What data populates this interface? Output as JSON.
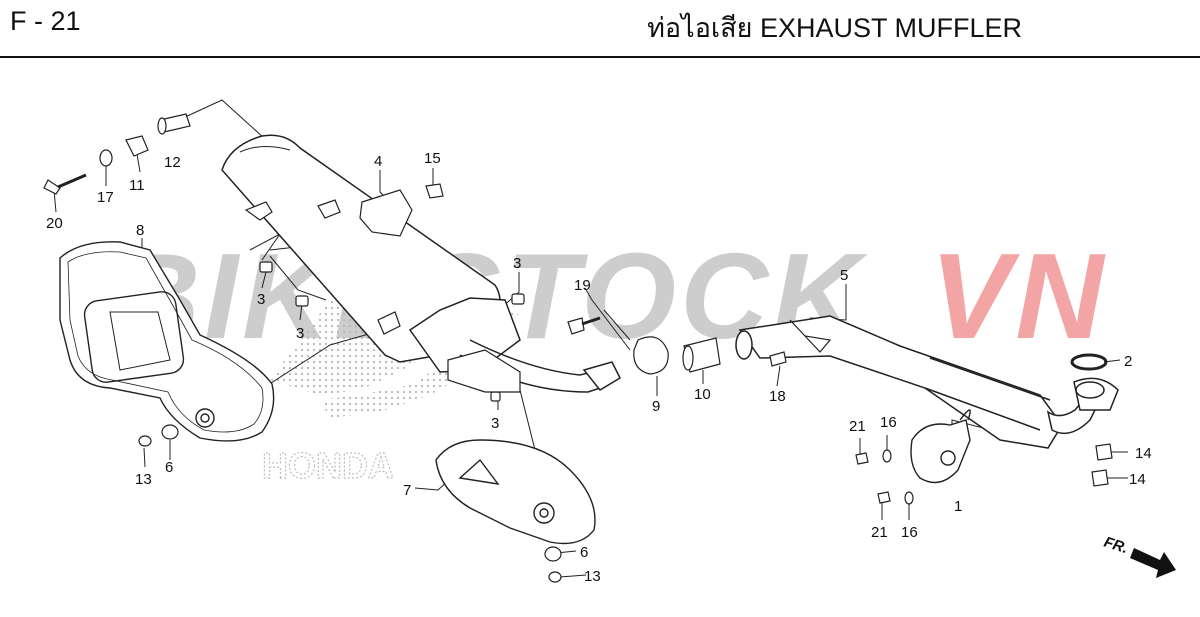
{
  "header": {
    "page_code": "F - 21",
    "title": "ท่อไอเสีย  EXHAUST MUFFLER"
  },
  "watermark": {
    "text_main": "BIKESTOCK",
    "text_accent": "VN",
    "main_color": "#c8c8c8",
    "accent_color": "#f2a0a0",
    "brand_mark": "HONDA"
  },
  "direction_marker": {
    "label": "FR."
  },
  "callouts": [
    {
      "id": "c1",
      "text": "1"
    },
    {
      "id": "c2",
      "text": "2"
    },
    {
      "id": "c3a",
      "text": "3"
    },
    {
      "id": "c3b",
      "text": "3"
    },
    {
      "id": "c3c",
      "text": "3"
    },
    {
      "id": "c3d",
      "text": "3"
    },
    {
      "id": "c4",
      "text": "4"
    },
    {
      "id": "c5",
      "text": "5"
    },
    {
      "id": "c6a",
      "text": "6"
    },
    {
      "id": "c6b",
      "text": "6"
    },
    {
      "id": "c7",
      "text": "7"
    },
    {
      "id": "c8",
      "text": "8"
    },
    {
      "id": "c9",
      "text": "9"
    },
    {
      "id": "c10",
      "text": "10"
    },
    {
      "id": "c11",
      "text": "11"
    },
    {
      "id": "c12",
      "text": "12"
    },
    {
      "id": "c13a",
      "text": "13"
    },
    {
      "id": "c13b",
      "text": "13"
    },
    {
      "id": "c14a",
      "text": "14"
    },
    {
      "id": "c14b",
      "text": "14"
    },
    {
      "id": "c15",
      "text": "15"
    },
    {
      "id": "c16a",
      "text": "16"
    },
    {
      "id": "c16b",
      "text": "16"
    },
    {
      "id": "c17",
      "text": "17"
    },
    {
      "id": "c18",
      "text": "18"
    },
    {
      "id": "c19",
      "text": "19"
    },
    {
      "id": "c20",
      "text": "20"
    },
    {
      "id": "c21a",
      "text": "21"
    },
    {
      "id": "c21b",
      "text": "21"
    }
  ]
}
